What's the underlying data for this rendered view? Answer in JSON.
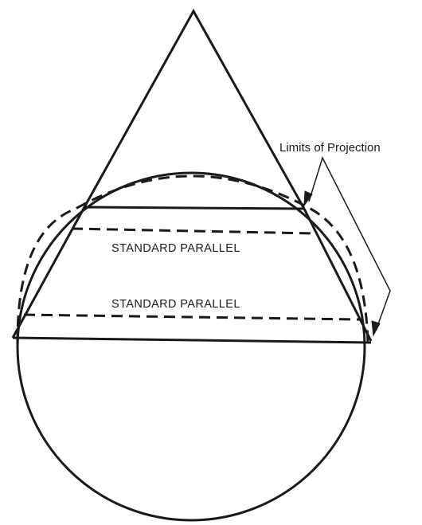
{
  "diagram": {
    "callout": {
      "label": "Limits of Projection"
    },
    "parallels": [
      {
        "label": "STANDARD PARALLEL"
      },
      {
        "label": "STANDARD PARALLEL"
      }
    ],
    "colors": {
      "stroke": "#1a1a1a",
      "background": "#ffffff"
    }
  }
}
